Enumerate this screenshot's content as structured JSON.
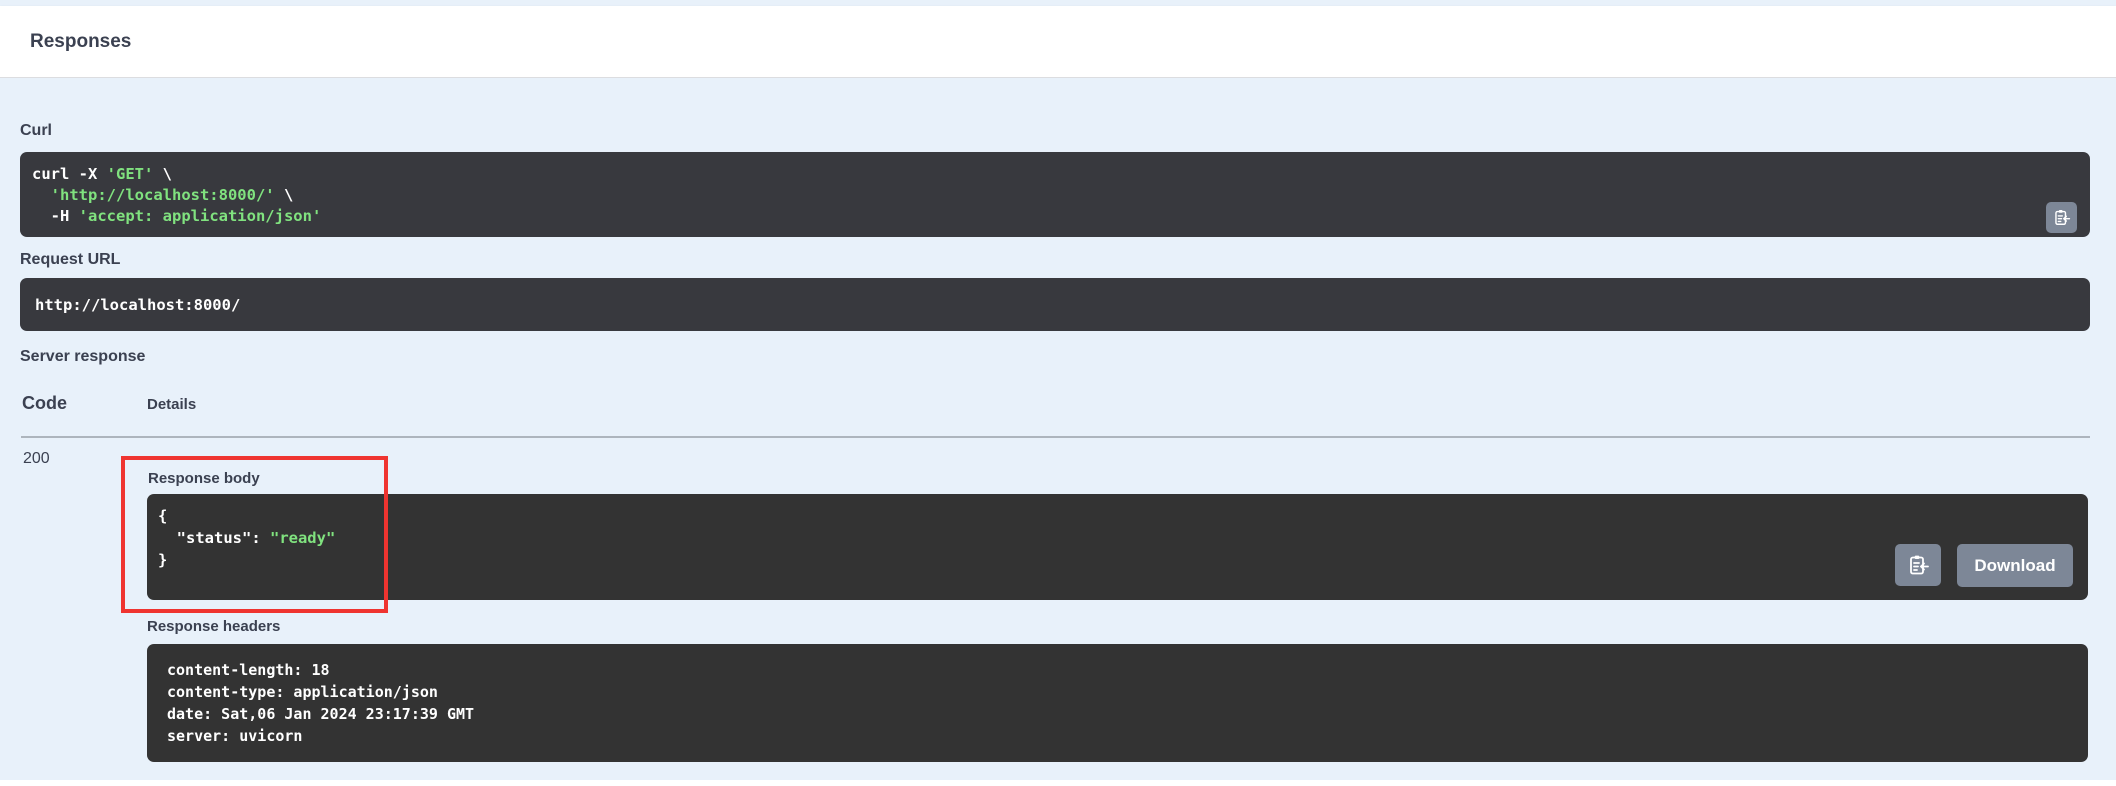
{
  "header": {
    "title": "Responses"
  },
  "curl": {
    "label": "Curl",
    "lines": [
      [
        {
          "t": "curl -X ",
          "c": "p"
        },
        {
          "t": "'GET'",
          "c": "s"
        },
        {
          "t": " \\",
          "c": "p"
        }
      ],
      [
        {
          "t": "  ",
          "c": "p"
        },
        {
          "t": "'http://localhost:8000/'",
          "c": "s"
        },
        {
          "t": " \\",
          "c": "p"
        }
      ],
      [
        {
          "t": "  -H ",
          "c": "p"
        },
        {
          "t": "'accept: application/json'",
          "c": "s"
        }
      ]
    ]
  },
  "request_url": {
    "label": "Request URL",
    "value": "http://localhost:8000/"
  },
  "server_response": {
    "label": "Server response",
    "table": {
      "code_header": "Code",
      "details_header": "Details"
    },
    "row": {
      "code": "200",
      "response_body": {
        "label": "Response body",
        "lines": [
          [
            {
              "t": "{",
              "c": "p"
            }
          ],
          [
            {
              "t": "  \"status\": ",
              "c": "p"
            },
            {
              "t": "\"ready\"",
              "c": "s"
            }
          ],
          [
            {
              "t": "}",
              "c": "p"
            }
          ]
        ],
        "download_label": "Download"
      },
      "response_headers": {
        "label": "Response headers",
        "lines": [
          "content-length: 18",
          "content-type: application/json",
          "date: Sat,06 Jan 2024 23:17:39 GMT",
          "server: uvicorn"
        ]
      }
    }
  },
  "icons": {
    "copy": "clipboard-copy-icon"
  },
  "colors": {
    "panel_background": "#e8f1fa",
    "header_background": "#ffffff",
    "curl_block_background": "#38393e",
    "response_block_background": "#333333",
    "string_green": "#80e27f",
    "annotation_red": "#ef3430",
    "button_gray": "#7d8797",
    "label_color": "#3b4151",
    "separator_color": "#9aa0a8"
  }
}
